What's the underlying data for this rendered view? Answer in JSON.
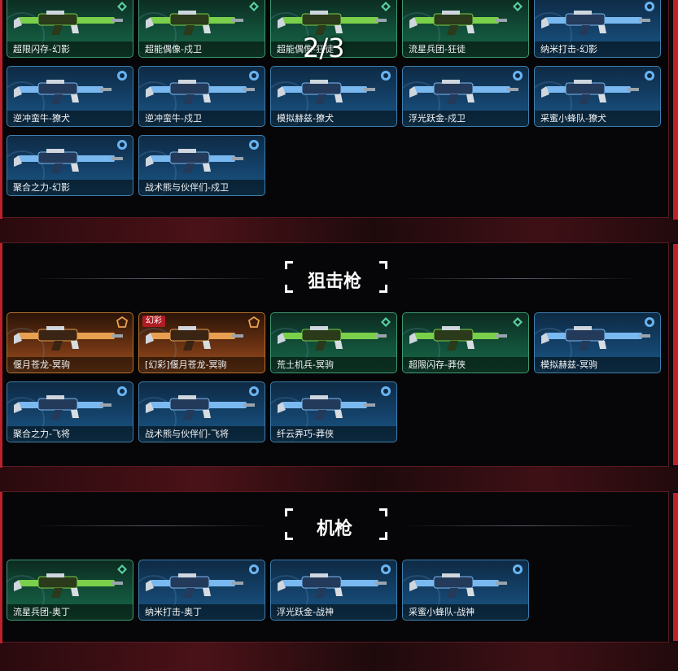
{
  "page_indicator": "2/3",
  "sections": {
    "rifles_partial": {
      "cards": [
        {
          "name": "超限闪存-幻影",
          "tier": "green",
          "rarity": "green"
        },
        {
          "name": "超能偶像-戍卫",
          "tier": "green",
          "rarity": "green"
        },
        {
          "name": "超能偶像-狂徒",
          "tier": "green",
          "rarity": "green"
        },
        {
          "name": "流星兵团-狂徒",
          "tier": "green",
          "rarity": "green"
        },
        {
          "name": "纳米打击-幻影",
          "tier": "blue",
          "rarity": "blue"
        },
        {
          "name": "逆冲蛮牛-獠犬",
          "tier": "blue",
          "rarity": "blue"
        },
        {
          "name": "逆冲蛮牛-戍卫",
          "tier": "blue",
          "rarity": "blue"
        },
        {
          "name": "模拟赫兹-獠犬",
          "tier": "blue",
          "rarity": "blue"
        },
        {
          "name": "浮光跃金-戍卫",
          "tier": "blue",
          "rarity": "blue"
        },
        {
          "name": "采蜜小蜂队-獠犬",
          "tier": "blue",
          "rarity": "blue"
        },
        {
          "name": "聚合之力-幻影",
          "tier": "blue",
          "rarity": "blue"
        },
        {
          "name": "战术熊与伙伴们-戍卫",
          "tier": "blue",
          "rarity": "blue"
        }
      ]
    },
    "sniper": {
      "title": "狙击枪",
      "cards": [
        {
          "name": "偃月苍龙-冥驹",
          "tier": "orange",
          "rarity": "orange",
          "tag": ""
        },
        {
          "name": "[幻彩]偃月苍龙-冥驹",
          "tier": "orange",
          "rarity": "orange",
          "tag": "幻彩"
        },
        {
          "name": "荒土机兵-冥驹",
          "tier": "green",
          "rarity": "green",
          "tag": ""
        },
        {
          "name": "超限闪存-莽侠",
          "tier": "green",
          "rarity": "green",
          "tag": ""
        },
        {
          "name": "模拟赫兹-冥驹",
          "tier": "blue",
          "rarity": "blue",
          "tag": ""
        },
        {
          "name": "聚合之力-飞将",
          "tier": "blue",
          "rarity": "blue",
          "tag": ""
        },
        {
          "name": "战术熊与伙伴们-飞将",
          "tier": "blue",
          "rarity": "blue",
          "tag": ""
        },
        {
          "name": "纤云弄巧-莽侠",
          "tier": "blue",
          "rarity": "blue",
          "tag": ""
        }
      ]
    },
    "mg": {
      "title": "机枪",
      "cards": [
        {
          "name": "流星兵团-奥丁",
          "tier": "green",
          "rarity": "green"
        },
        {
          "name": "纳米打击-奥丁",
          "tier": "blue",
          "rarity": "blue"
        },
        {
          "name": "浮光跃金-战神",
          "tier": "blue",
          "rarity": "blue"
        },
        {
          "name": "采蜜小蜂队-战神",
          "tier": "blue",
          "rarity": "blue"
        }
      ]
    }
  },
  "colors": {
    "accent_red": "#c0202a",
    "tier_green": "#3f9a72",
    "tier_blue": "#3f7fae",
    "tier_orange": "#b8702a"
  }
}
